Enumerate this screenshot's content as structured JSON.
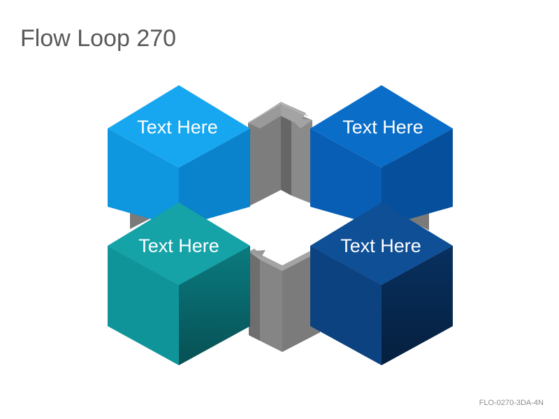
{
  "title": "Flow Loop 270",
  "footer_code": "FLO-0270-3DA-4N",
  "cubes": [
    {
      "label": "Text Here",
      "position": "top-left",
      "colors": {
        "top": "#17A7F0",
        "left": "#0E96DF",
        "right": "#0A82CC"
      }
    },
    {
      "label": "Text Here",
      "position": "top-right",
      "colors": {
        "top": "#0A6DC8",
        "left": "#085EB4",
        "right": "#064F9C"
      }
    },
    {
      "label": "Text Here",
      "position": "bottom-left",
      "colors": {
        "top": "#16A3A8",
        "left": "#0F9599",
        "right": "#0A7B80"
      }
    },
    {
      "label": "Text Here",
      "position": "bottom-right",
      "colors": {
        "top": "#0F4F96",
        "left": "#0C427F",
        "right": "#08305F"
      }
    }
  ],
  "connector_color": "#808080"
}
